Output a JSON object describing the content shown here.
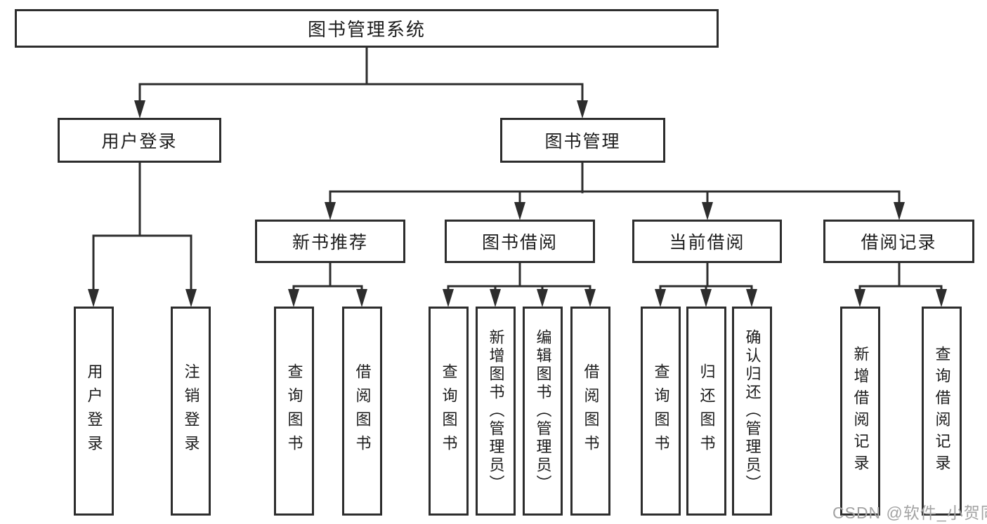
{
  "diagram": {
    "nodes": {
      "root": "图书管理系统",
      "level1": {
        "user_login": "用户登录",
        "book_management": "图书管理"
      },
      "level2": {
        "new_book_recommend": "新书推荐",
        "book_borrowing": "图书借阅",
        "current_borrowing": "当前借阅",
        "borrowing_records": "借阅记录"
      },
      "leaves": {
        "user_login": "用户登录",
        "logout": "注销登录",
        "recommend_query_books": "查询图书",
        "recommend_borrow_books": "借阅图书",
        "borrowing_query_books": "查询图书",
        "borrowing_add_books_admin": "新增图书（管理员）",
        "borrowing_edit_books_admin": "编辑图书（管理员）",
        "borrowing_borrow_books": "借阅图书",
        "current_query_books": "查询图书",
        "current_return_books": "归还图书",
        "current_confirm_return_admin": "确认归还（管理员）",
        "records_add_record": "新增借阅记录",
        "records_query_record": "查询借阅记录"
      }
    },
    "watermark": "CSDN @软件_小贺同学",
    "colors": {
      "line": "#2d2d2d",
      "text": "#1c1c1c",
      "watermark": "#a3a3a3",
      "bg": "#ffffff"
    }
  }
}
